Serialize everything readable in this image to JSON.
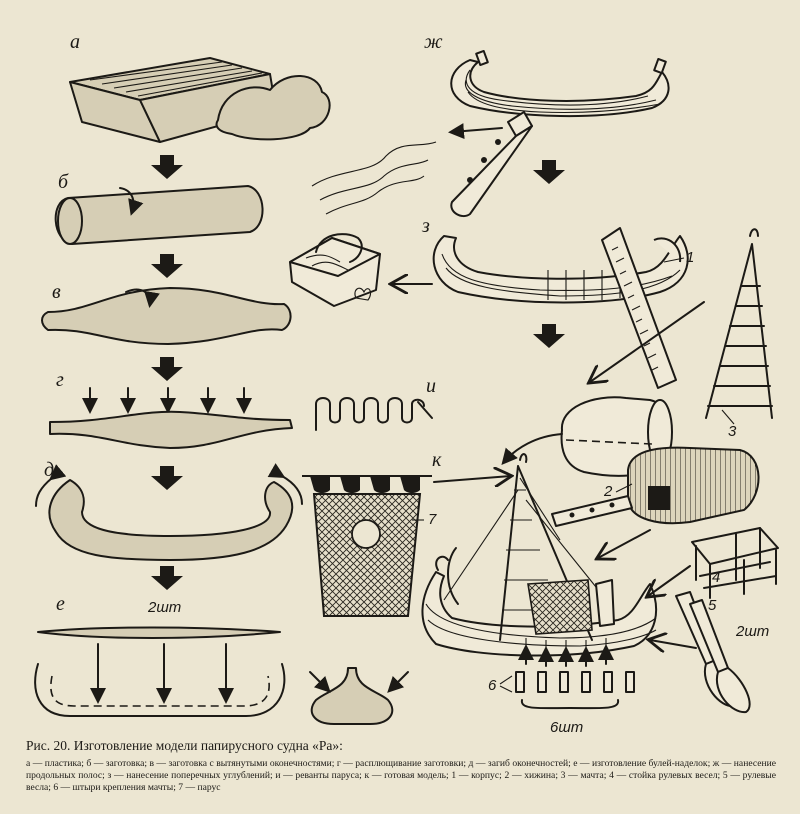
{
  "figure": {
    "panel_labels": {
      "a": "а",
      "b": "б",
      "v": "в",
      "g": "г",
      "d": "д",
      "e": "е",
      "zh": "ж",
      "z": "з",
      "i": "и",
      "k": "к"
    },
    "quantity_labels": {
      "oars": "2шт",
      "strands": "2шт",
      "pins": "6шт"
    },
    "part_numbers": {
      "hull": "1",
      "cabin": "2",
      "mast": "3",
      "oar_post": "4",
      "oars": "5",
      "pins": "6",
      "sail": "7"
    }
  },
  "caption": {
    "title": "Рис. 20. Изготовление модели папирусного судна «Ра»:",
    "legend": "а — пластика; б — заготовка; в — заготовка с вытянутыми оконечностями; г — расплющивание заготовки; д — загиб оконечностей; е — изготовление булей-наделок; ж — нанесение продольных полос; з — нанесение поперечных углублений; и — реванты паруса; к — готовая модель; 1 — корпус; 2 — хижина; 3 — мачта; 4 — стойка рулевых весел; 5 — рулевые весла; 6 — штыри крепления мачты; 7 — парус"
  },
  "colors": {
    "paper": "#ece6d2",
    "ink": "#1c1a16",
    "clay": "#d6ceb5"
  }
}
